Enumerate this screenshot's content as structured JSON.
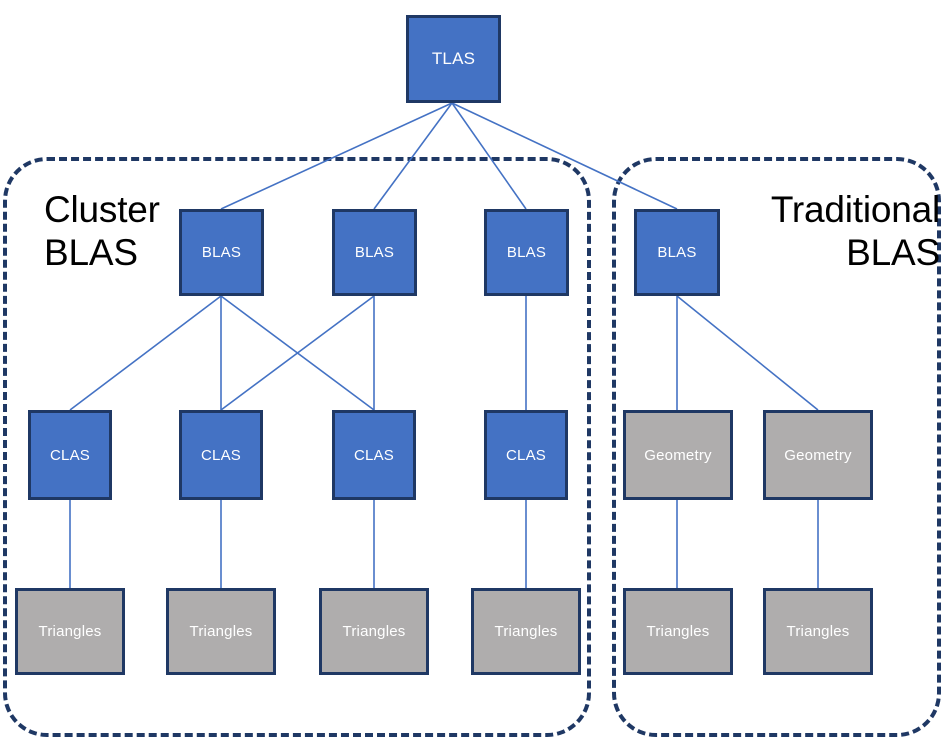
{
  "diagram": {
    "title": "Acceleration structure hierarchy: Cluster BLAS vs Traditional BLAS",
    "colors": {
      "blue_fill": "#4472C4",
      "gray_fill": "#AFADAD",
      "border": "#1F3864",
      "edge_line": "#4472C4",
      "background": "#FFFFFF",
      "label_text": "#000000",
      "node_text": "#FFFFFF"
    },
    "groups": [
      {
        "id": "cluster",
        "label": "Cluster\nBLAS",
        "label_align": "left"
      },
      {
        "id": "traditional",
        "label": "Traditional\nBLAS",
        "label_align": "right"
      }
    ],
    "nodes": {
      "tlas": {
        "label": "TLAS",
        "kind": "blue"
      },
      "cluster_blas": [
        {
          "label": "BLAS",
          "kind": "blue"
        },
        {
          "label": "BLAS",
          "kind": "blue"
        },
        {
          "label": "BLAS",
          "kind": "blue"
        }
      ],
      "cluster_clas": [
        {
          "label": "CLAS",
          "kind": "blue"
        },
        {
          "label": "CLAS",
          "kind": "blue"
        },
        {
          "label": "CLAS",
          "kind": "blue"
        },
        {
          "label": "CLAS",
          "kind": "blue"
        }
      ],
      "cluster_triangles": [
        {
          "label": "Triangles",
          "kind": "gray"
        },
        {
          "label": "Triangles",
          "kind": "gray"
        },
        {
          "label": "Triangles",
          "kind": "gray"
        },
        {
          "label": "Triangles",
          "kind": "gray"
        }
      ],
      "traditional_blas": [
        {
          "label": "BLAS",
          "kind": "blue"
        }
      ],
      "traditional_geometry": [
        {
          "label": "Geometry",
          "kind": "gray"
        },
        {
          "label": "Geometry",
          "kind": "gray"
        }
      ],
      "traditional_triangles": [
        {
          "label": "Triangles",
          "kind": "gray"
        },
        {
          "label": "Triangles",
          "kind": "gray"
        }
      ]
    }
  }
}
